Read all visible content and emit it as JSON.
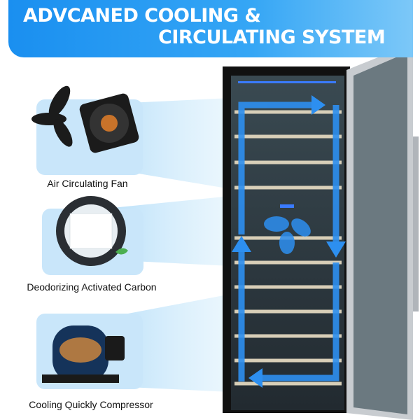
{
  "header": {
    "line1": "ADVCANED COOLING &",
    "line2": "CIRCULATING SYSTEM"
  },
  "features": [
    {
      "label": "Air Circulating Fan",
      "icon": "fan-icon"
    },
    {
      "label": "Deodorizing Activated Carbon",
      "icon": "carbon-filter-icon"
    },
    {
      "label": "Cooling Quickly Compressor",
      "icon": "compressor-icon"
    }
  ],
  "colors": {
    "banner": "#1a8ff0",
    "airflow": "#2d8ff0",
    "beam": "#bfe3fa"
  }
}
